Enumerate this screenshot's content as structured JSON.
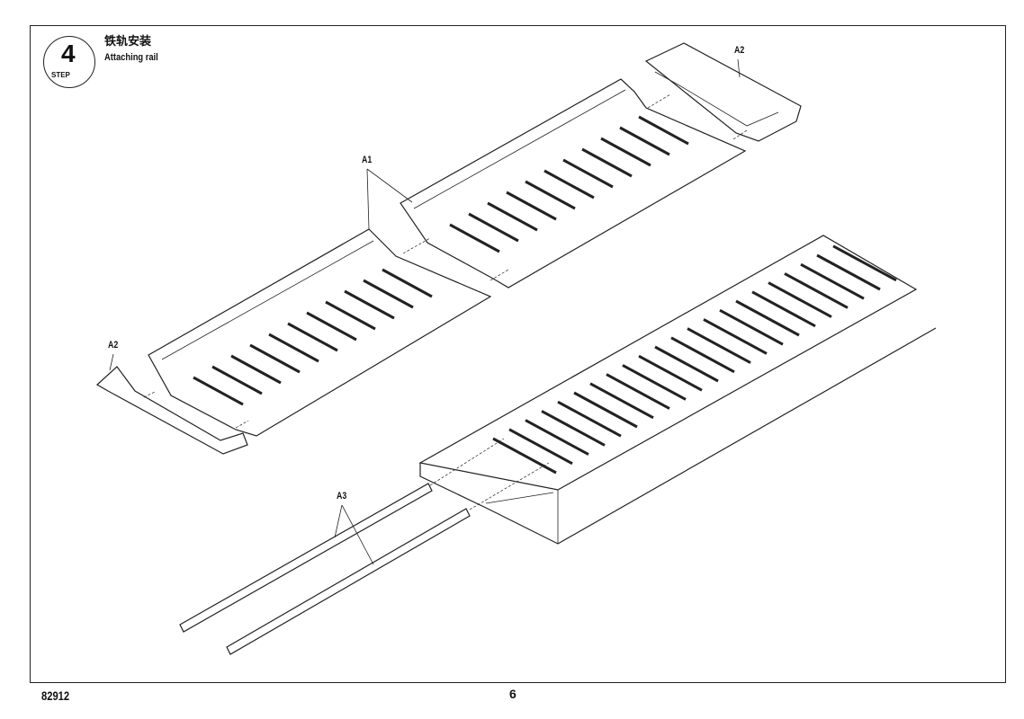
{
  "header": {
    "step_number": "4",
    "step_label": "STEP",
    "title_cn": "铁轨安装",
    "title_en": "Attaching rail"
  },
  "parts": {
    "a1": "A1",
    "a2_top": "A2",
    "a2_left": "A2",
    "a3": "A3"
  },
  "footer": {
    "code": "82912",
    "page": "6"
  }
}
